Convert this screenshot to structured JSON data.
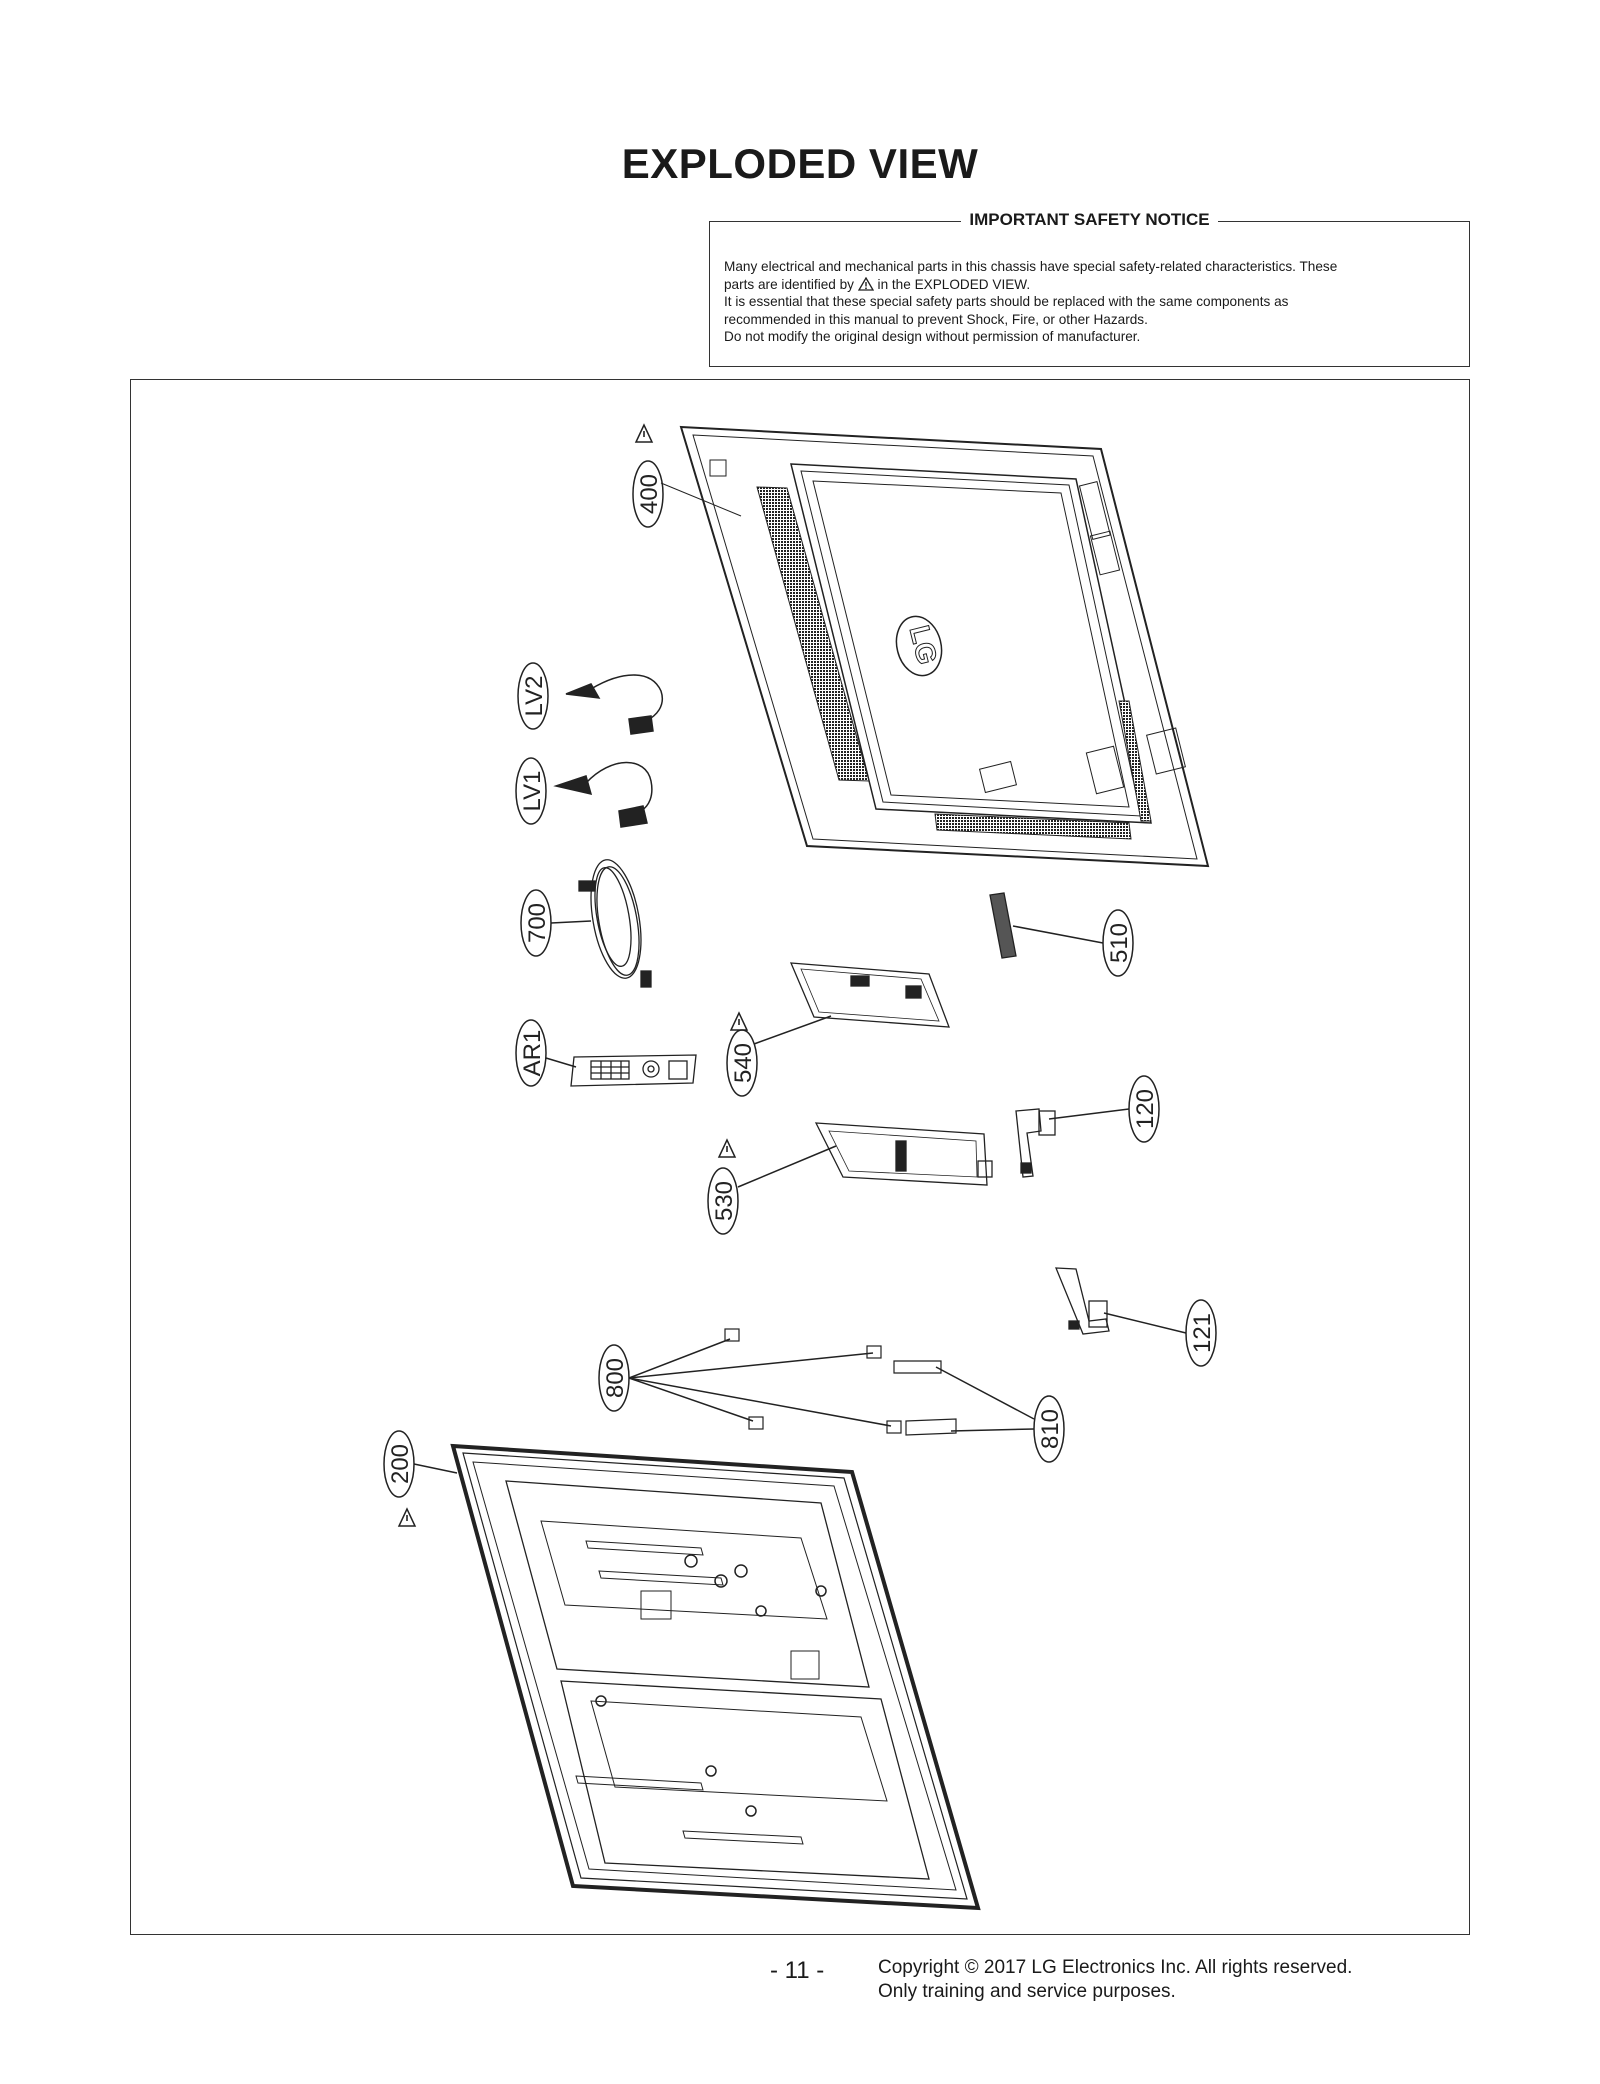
{
  "header": {
    "title": "EXPLODED VIEW"
  },
  "safety_notice": {
    "title": "IMPORTANT SAFETY NOTICE",
    "line1": "Many electrical and mechanical parts in this chassis have special safety-related characteristics. These",
    "line2_pre": "parts are identified by",
    "line2_post": "in the EXPLODED VIEW.",
    "line3": "It is essential that these special safety parts should be replaced with the same components as",
    "line4": "recommended in this manual to prevent Shock, Fire, or other Hazards.",
    "line5": "Do not modify the original design without permission of manufacturer."
  },
  "parts": {
    "p400": "400",
    "lv2": "LV2",
    "lv1": "LV1",
    "p700": "700",
    "ar1": "AR1",
    "p540": "540",
    "p510": "510",
    "p530": "530",
    "p120": "120",
    "p121": "121",
    "p800": "800",
    "p810": "810",
    "p200": "200",
    "logo": "LG"
  },
  "footer": {
    "page_number": "- 11 -",
    "copyright": "Copyright © 2017 LG Electronics Inc. All rights reserved.",
    "usage": "Only training and service purposes."
  }
}
